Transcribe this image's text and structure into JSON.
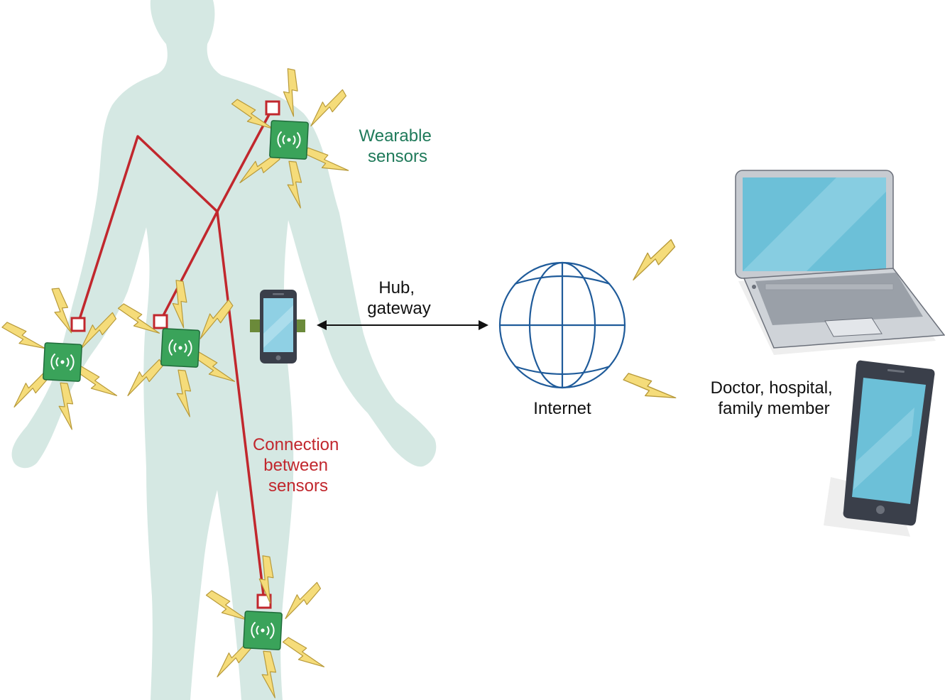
{
  "labels": {
    "wearable_line1": "Wearable",
    "wearable_line2": "sensors",
    "hub_line1": "Hub,",
    "hub_line2": "gateway",
    "internet": "Internet",
    "connection_line1": "Connection",
    "connection_line2": "between",
    "connection_line3": "sensors",
    "doctor_line1": "Doctor, hospital,",
    "doctor_line2": "family member"
  },
  "colors": {
    "body_silhouette": "#d5e8e3",
    "connection_line": "#c1272d",
    "sensor_green": "#3aa35a",
    "label_green": "#1f7a5a",
    "label_red": "#c1272d",
    "globe_blue": "#1f5b9a",
    "bolt_yellow": "#f5dc7a",
    "device_screen": "#6cc0d8",
    "device_frame": "#3a3f4a"
  },
  "icons": [
    "human-body-silhouette",
    "wireless-sensor-icon",
    "lightning-bolt-icon",
    "smartphone-hub-icon",
    "globe-internet-icon",
    "laptop-icon",
    "smartphone-icon",
    "double-arrow-icon"
  ]
}
